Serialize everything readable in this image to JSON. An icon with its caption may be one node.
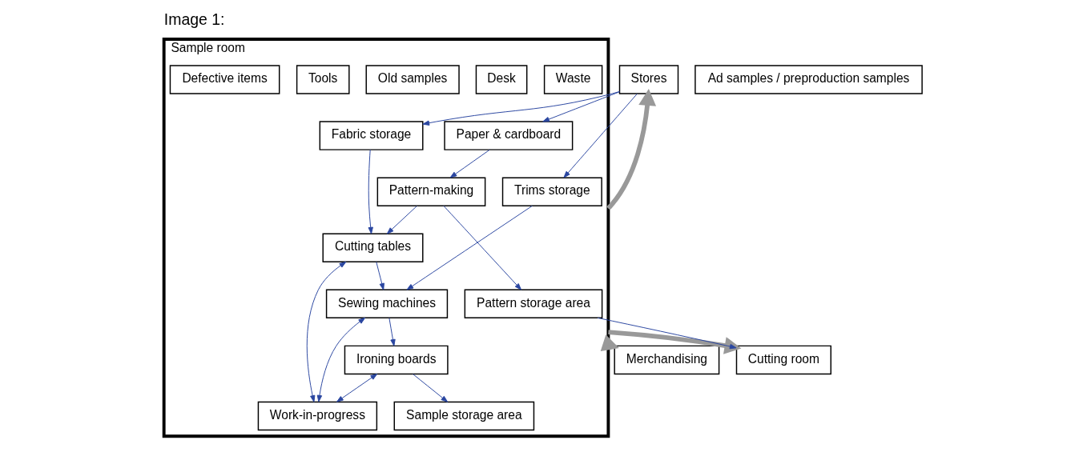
{
  "diagram": {
    "title": "Image 1:",
    "nodes": [
      {
        "text": [
          "Merchandising"
        ]
      },
      {
        "text": [
          "Ad samples / preproduction samples"
        ]
      },
      {
        "text": [
          "Stores"
        ]
      },
      {
        "text": [
          "Sample room"
        ]
      },
      {
        "text": [
          "Sewing machines"
        ],
        "in": 3
      },
      {
        "text": [
          "Waste"
        ],
        "in": 3
      },
      {
        "text": [
          "Cutting tables"
        ],
        "in": 3
      },
      {
        "text": [
          "Trims storage"
        ],
        "in": 3
      },
      {
        "text": [
          "Desk"
        ],
        "in": 3
      },
      {
        "text": [
          "Old samples"
        ],
        "in": 3
      },
      {
        "text": [
          "Paper & cardboard"
        ],
        "in": 3
      },
      {
        "text": [
          "Tools"
        ],
        "in": 3
      },
      {
        "text": [
          "Pattern storage area"
        ],
        "in": 3
      },
      {
        "text": [
          "Sample storage area"
        ],
        "in": 3
      },
      {
        "text": [
          "Ironing boards"
        ],
        "in": 3
      },
      {
        "text": [
          "Fabric storage"
        ],
        "in": 3
      },
      {
        "text": [
          "Defective items"
        ],
        "in": 3
      },
      {
        "text": [
          "Work-in-progress"
        ],
        "in": 3
      },
      {
        "text": [
          "Pattern-making"
        ],
        "in": 3
      },
      {
        "text": [
          "Cutting room"
        ]
      }
    ],
    "edges": [
      {
        "from": 3,
        "to": 0,
        "arrow": "to",
        "style": "thick",
        "color": "#999999"
      },
      {
        "from": 3,
        "to": 2,
        "arrow": "to",
        "style": "thick",
        "color": "#999999"
      },
      {
        "from": 3,
        "to": 19,
        "arrow": "to",
        "style": "thick",
        "color": "#999999"
      },
      {
        "from": 7,
        "to": 4,
        "arrow": "to"
      },
      {
        "from": 6,
        "to": 4,
        "arrow": "to"
      },
      {
        "from": 18,
        "to": 6,
        "arrow": "to"
      },
      {
        "from": 2,
        "to": 10,
        "arrow": "to"
      },
      {
        "from": 2,
        "to": 7,
        "arrow": "to"
      },
      {
        "from": 2,
        "to": 15,
        "arrow": "to"
      },
      {
        "from": 15,
        "to": 6,
        "arrow": "to"
      },
      {
        "from": 6,
        "to": 17,
        "arrow": "both"
      },
      {
        "from": 4,
        "to": 14,
        "arrow": "to"
      },
      {
        "from": 14,
        "to": 13,
        "arrow": "to"
      },
      {
        "from": 12,
        "to": 19,
        "arrow": "to"
      },
      {
        "from": 4,
        "to": 17,
        "arrow": "both"
      },
      {
        "from": 14,
        "to": 17,
        "arrow": "both"
      },
      {
        "from": 10,
        "to": 18,
        "arrow": "to"
      },
      {
        "from": 18,
        "to": 12,
        "arrow": "to"
      }
    ]
  }
}
